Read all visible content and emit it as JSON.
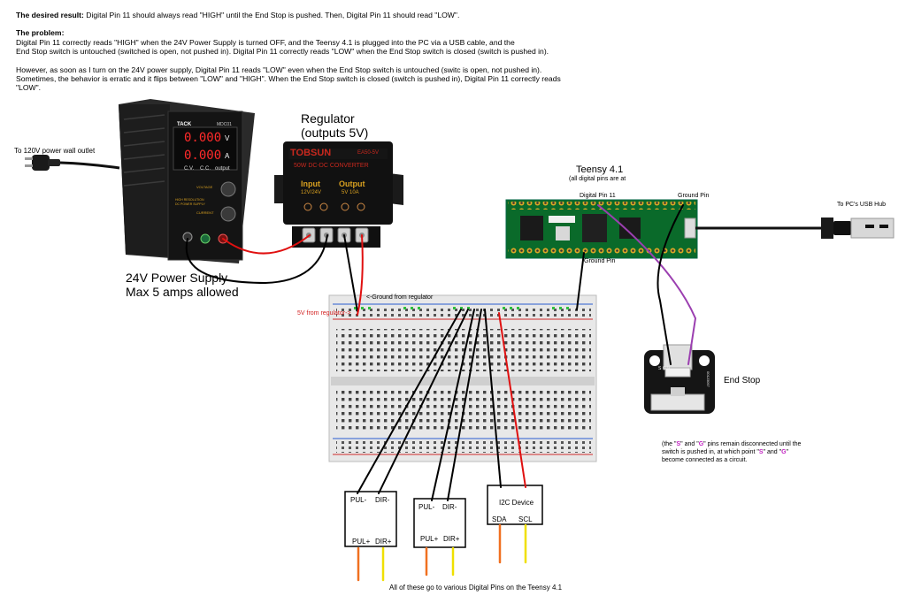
{
  "notes": {
    "desired_heading": "The desired result:",
    "desired_text": "Digital Pin 11 should always read \"HIGH\" until the End Stop is pushed. Then, Digital Pin 11 should read \"LOW\".",
    "problem_heading": "The problem:",
    "problem_line1": "Digital Pin 11 correctly reads \"HIGH\" when the 24V Power Supply is turned OFF, and the Teensy 4.1 is plugged into the PC via a USB cable, and the",
    "problem_line2": "End Stop switch is untouched (switched is open, not pushed in). Digital Pin 11 correctly reads \"LOW\" when the End Stop switch is closed (switch is pushed in).",
    "problem_line3": "However, as soon as I turn on the 24V power supply, Digital Pin 11 reads \"LOW\" even when the End Stop switch is untouched (switc is open, not pushed in).",
    "problem_line4": "Sometimes, the behavior is erratic and it flips between \"LOW\" and \"HIGH\". When the End Stop switch is closed (switch is pushed in), Digital Pin 11 correctly reads",
    "problem_line5": "\"LOW\"."
  },
  "labels": {
    "wall_outlet": "To 120V power wall outlet",
    "regulator_title": "Regulator",
    "regulator_sub": "(outputs 5V)",
    "psu_title": "24V Power Supply",
    "psu_sub": "Max 5 amps allowed",
    "teensy_title": "Teensy 4.1",
    "teensy_sub": "(all digital pins are at",
    "digital_pin_11": "Digital Pin 11",
    "ground_pin_top": "Ground Pin",
    "ground_pin_bottom": "Ground Pin",
    "usb_hub": "To PC's USB Hub",
    "ground_from_regulator": "<-Ground from regulator",
    "five_v_from_regulator": "5V from regulator->",
    "end_stop": "End Stop",
    "endstop_note_1": "(the \"",
    "endstop_note_s": "S",
    "endstop_note_2": "\" and \"",
    "endstop_note_g": "G",
    "endstop_note_3": "\" pins remain disconnected until the",
    "endstop_note_line2": "switch is pushed in, at which point \"",
    "endstop_note_4": "\" and \"",
    "endstop_note_5": "\"",
    "endstop_note_line3": "become connected as a circuit.",
    "bottom_note": "All of these go to various Digital Pins on the Teensy 4.1"
  },
  "psu": {
    "brand": "TACK",
    "model": "MDC01",
    "volts": "0.000",
    "volts_unit": "V",
    "amps": "0.000",
    "amps_unit": "A",
    "cv": "C.V.",
    "cc": "C.C.",
    "output": "output",
    "voltage_knob": "VOLTAGE",
    "current_knob": "CURRENT",
    "info1": "HIGH RESOLUTION",
    "info2": "DC POWER SUPPLY"
  },
  "regulator": {
    "brand": "TOBSUN",
    "model": "EA50-5V",
    "name": "50W DC-DC CONVERTER",
    "input": "Input",
    "input_sub": "12V/24V",
    "output": "Output",
    "output_sub": "5V 10A"
  },
  "drivers": [
    {
      "pul_minus": "PUL-",
      "dir_minus": "DIR-",
      "pul_plus": "PUL+",
      "dir_plus": "DIR+"
    },
    {
      "pul_minus": "PUL-",
      "dir_minus": "DIR-",
      "pul_plus": "PUL+",
      "dir_plus": "DIR+"
    }
  ],
  "i2c": {
    "title": "I2C Device",
    "sda": "SDA",
    "scl": "SCL"
  },
  "endstop_board": {
    "pins": "S  G  V",
    "code": "00123097"
  },
  "colors": {
    "red_wire": "#e01010",
    "purple_wire": "#9b3fb0",
    "orange_wire": "#f07020",
    "yellow_wire": "#f0e000",
    "pcb_green": "#0a6a2a"
  }
}
